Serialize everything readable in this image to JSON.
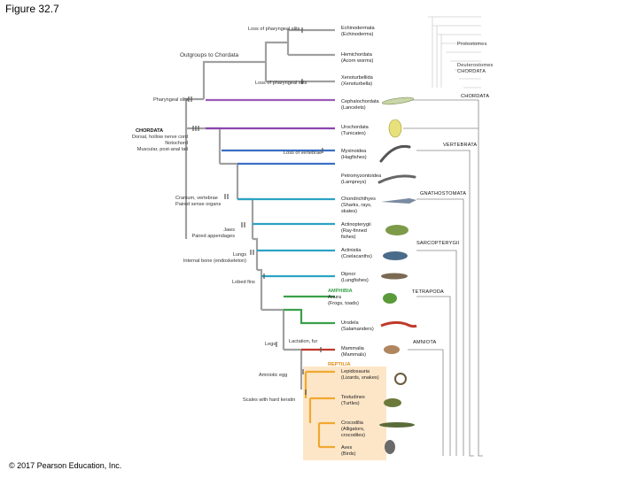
{
  "figure_title": "Figure 32.7",
  "copyright": "© 2017 Pearson Education, Inc.",
  "characters": {
    "loss_pharyngeal_top": "Loss of pharyngeal slits",
    "outgroup": "Outgroups to Chordata",
    "loss_pharyngeal_mid": "Loss of pharyngeal slits",
    "pharyngeal_slits": "Pharyngeal slits",
    "chordata_clade": "CHORDATA",
    "chordata_traits": [
      "Dorsal, hollow nerve cord",
      "Notochord",
      "Muscular, post-anal tail"
    ],
    "vertebrae": "Loss of vertebrae",
    "cranium": [
      "Cranium, vertebrae",
      "Paired sense organs"
    ],
    "jaws": [
      "Jaws",
      "Paired appendages"
    ],
    "lungs": [
      "Lungs",
      "Internal bone (endoskeleton)"
    ],
    "lobed_fins": "Lobed fins",
    "legs": "Legs",
    "lactation": "Lactation, fur",
    "amniotic_egg": "Amniotic egg",
    "scales": "Scales with hard keratin"
  },
  "taxa": [
    [
      "Echinodermata",
      "(Echinoderms)"
    ],
    [
      "Hemichordata",
      "(Acorn worms)"
    ],
    [
      "Xenoturbellida",
      "(Xenoturbella)"
    ],
    [
      "Cephalochordata",
      "(Lancelets)"
    ],
    [
      "Urochordata",
      "(Tunicates)"
    ],
    [
      "Myxinoidea",
      "(Hagfishes)"
    ],
    [
      "Petromyzontoidea",
      "(Lampreys)"
    ],
    [
      "Chondrichthyes",
      "(Sharks, rays,",
      "skates)"
    ],
    [
      "Actinopterygii",
      "(Ray-finned",
      "fishes)"
    ],
    [
      "Actinistia",
      "(Coelacanths)"
    ],
    [
      "Dipnoi",
      "(Lungfishes)"
    ],
    [
      "Anura",
      "(Frogs, toads)"
    ],
    [
      "Urodela",
      "(Salamanders)"
    ],
    [
      "Mammalia",
      "(Mammals)"
    ],
    [
      "Lepidosauria",
      "(Lizards, snakes)"
    ],
    [
      "Testudines",
      "(Turtles)"
    ],
    [
      "Crocodilia",
      "(Alligators,",
      "crocodiles)"
    ],
    [
      "Aves",
      "(Birds)"
    ]
  ],
  "groups": {
    "protostomes": "Protostomes",
    "deuterostomes": "Deuterostomes",
    "chordata": "CHORDATA",
    "vertebrata": "VERTEBRATA",
    "gnathostomata": "GNATHOSTOMATA",
    "sarcopterygii": "SARCOPTERYGII",
    "tetrapoda": "TETRAPODA",
    "amniota": "AMNIOTA",
    "amphibia": "AMPHIBIA",
    "reptilia": "REPTILIA",
    "thumb_chordata": "CHORDATA"
  },
  "colors": {
    "cephalochordata": "#9b59b6",
    "urochordata": "#8e44ad",
    "vertebrates": "#3a6fc4",
    "gnathostomes": "#2ba3c4",
    "tetrapods": "#3aa14a",
    "mammals": "#c0392b",
    "reptiles": "#f0a830",
    "reptile_bg": "#fde6c8",
    "gray_branch": "#9a9a9a"
  }
}
